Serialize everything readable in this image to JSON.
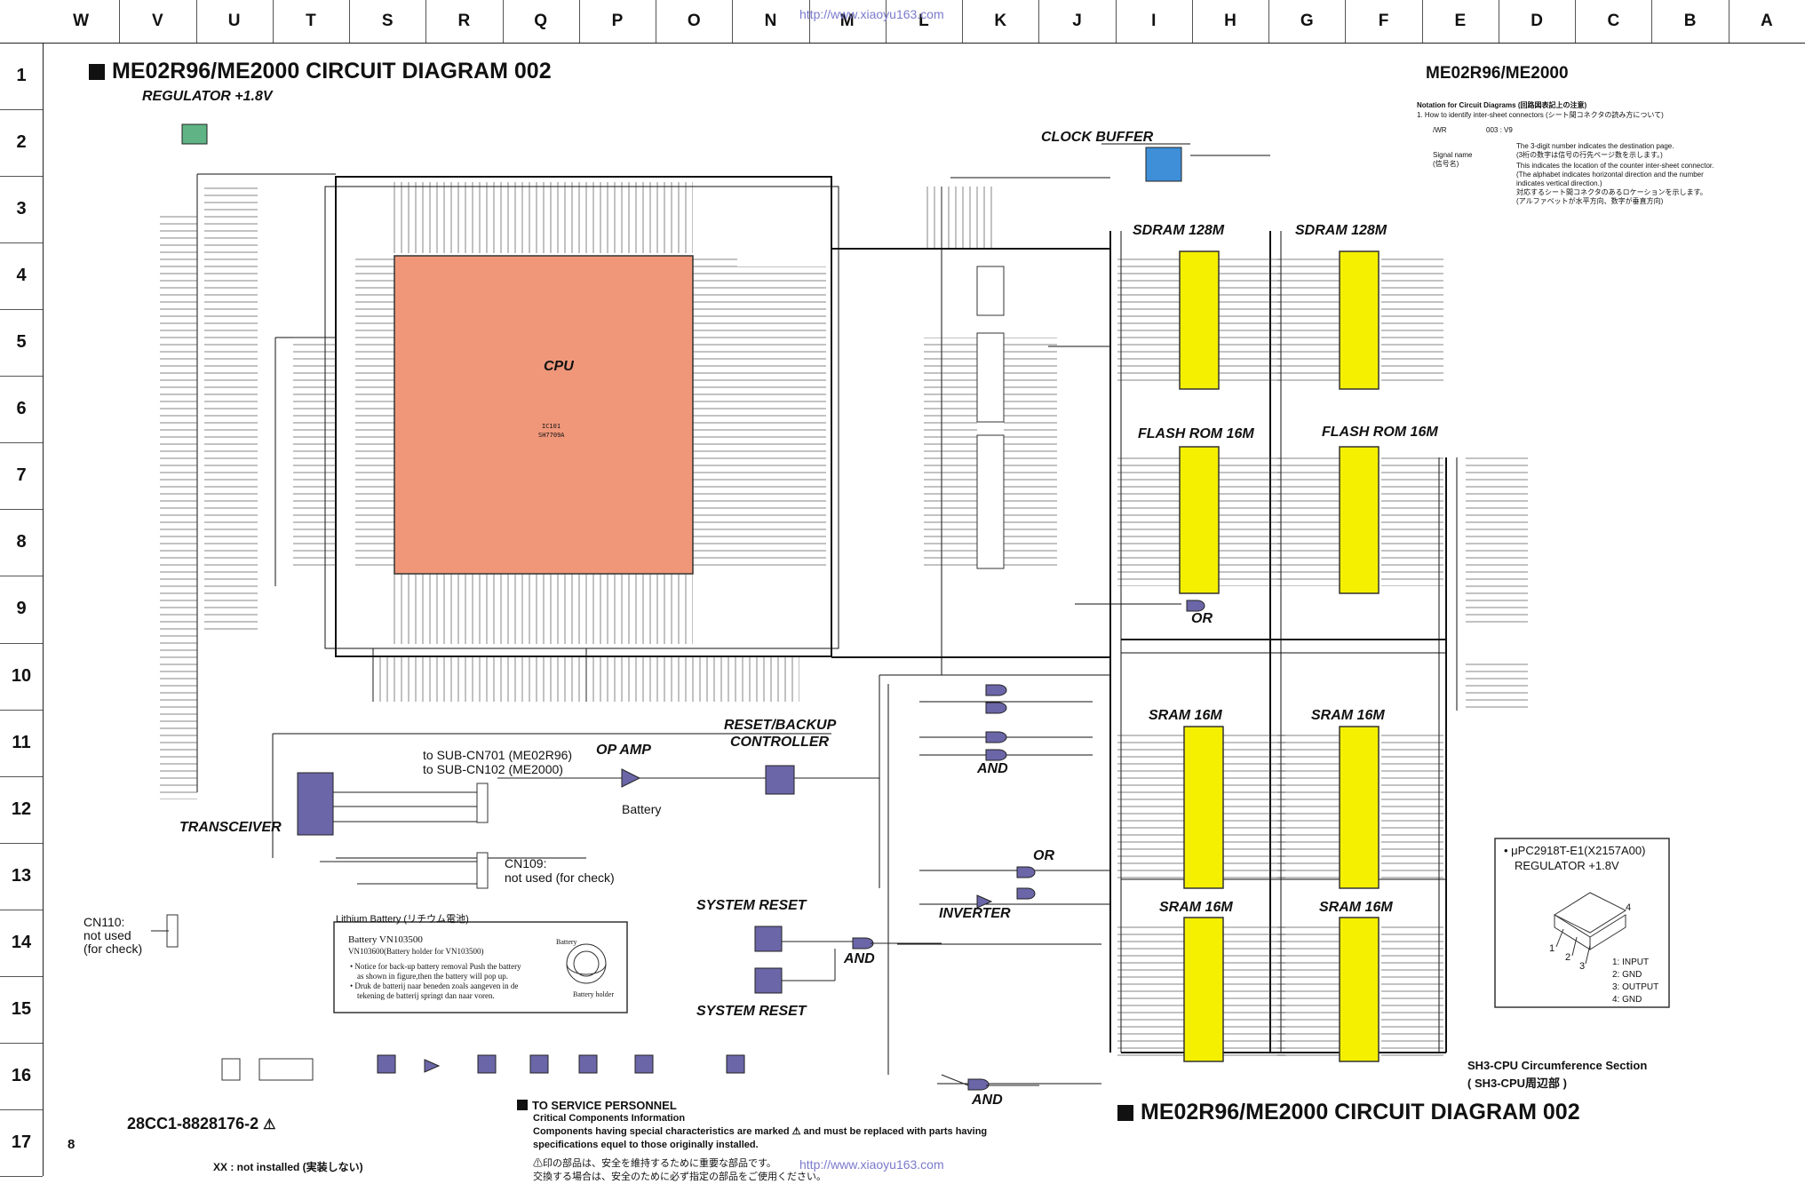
{
  "watermark_url": "http://www.xiaoyu163.com",
  "columns": [
    "W",
    "V",
    "U",
    "T",
    "S",
    "R",
    "Q",
    "P",
    "O",
    "N",
    "M",
    "L",
    "K",
    "J",
    "I",
    "H",
    "G",
    "F",
    "E",
    "D",
    "C",
    "B",
    "A"
  ],
  "rows": [
    "1",
    "2",
    "3",
    "4",
    "5",
    "6",
    "7",
    "8",
    "9",
    "10",
    "11",
    "12",
    "13",
    "14",
    "15",
    "16",
    "17"
  ],
  "header": {
    "title": "ME02R96/ME2000 CIRCUIT DIAGRAM 002",
    "model": "ME02R96/ME2000"
  },
  "labels": {
    "regulator": "REGULATOR +1.8V",
    "clock_buffer": "CLOCK BUFFER",
    "cpu": "CPU",
    "cpu_ref": "IC101",
    "cpu_part": "SH7709A",
    "sdram_a": "SDRAM 128M",
    "sdram_b": "SDRAM 128M",
    "flash_a": "FLASH ROM 16M",
    "flash_b": "FLASH ROM 16M",
    "sram_a": "SRAM 16M",
    "sram_b": "SRAM 16M",
    "sram_c": "SRAM 16M",
    "sram_d": "SRAM 16M",
    "or_1": "OR",
    "or_2": "OR",
    "and_1": "AND",
    "and_2": "AND",
    "and_3": "AND",
    "inverter": "INVERTER",
    "op_amp": "OP AMP",
    "reset_backup": "RESET/BACKUP",
    "controller": "CONTROLLER",
    "battery": "Battery",
    "transceiver": "TRANSCEIVER",
    "system_reset_1": "SYSTEM RESET",
    "system_reset_2": "SYSTEM RESET",
    "sub_cn701": "to SUB-CN701 (ME02R96)",
    "sub_cn102": "to SUB-CN102 (ME2000)",
    "cn109": "CN109:",
    "cn109_note": "not used (for check)",
    "cn110": "CN110:",
    "cn110_note1": "not used",
    "cn110_note2": "(for check)",
    "sh3_section": "SH3-CPU Circumference Section",
    "sh3_section_jp": "( SH3-CPU周辺部 )",
    "doc_number": "28CC1-8828176-2",
    "page_number": "8",
    "xx_note": "XX :   not installed (実装しない)"
  },
  "notation": {
    "title": "Notation for Circuit Diagrams",
    "title_jp": "(回路図表記上の注意)",
    "item1": "1. How to identify inter-sheet connectors",
    "item1_jp": "(シート間コネクタの読み方について)",
    "signal_name": "Signal name",
    "signal_name_jp": "(信号名)",
    "signal_example": "/WR",
    "connector_example": "003 : V9",
    "desc1": "The 3-digit number indicates the destination page.",
    "desc1_jp": "(3桁の数字は信号の行先ページ数を示します。)",
    "desc2": "This indicates the location of the counter inter-sheet connector.",
    "desc3": "(The alphabet indicates horizontal direction and the number",
    "desc4": "indicates vertical direction.)",
    "desc5": "対応するシート間コネクタのあるロケーションを示します。",
    "desc6": "(アルファベットが水平方向、数字が垂直方向)"
  },
  "battery_box": {
    "title": "Lithium Battery (リチウム電池)",
    "model": "Battery VN103500",
    "holder": "VN103600(Battery holder for VN103500)",
    "note_en1": "Notice for back-up battery removal Push the battery",
    "note_en2": "as shown in figure,then the battery will pop up.",
    "note_nl1": "Druk de batterij naar beneden zoals aangeven in de",
    "note_nl2": "tekening de batterij springt dan naar voren.",
    "fig_battery": "Battery",
    "fig_holder": "Battery holder"
  },
  "regulator_box": {
    "part": "μPC2918T-E1(X2157A00)",
    "name": "REGULATOR +1.8V",
    "pin1": "1: INPUT",
    "pin2": "2: GND",
    "pin3": "3: OUTPUT",
    "pin4": "4: GND",
    "n1": "1",
    "n2": "2",
    "n3": "3",
    "n4": "4"
  },
  "service": {
    "heading": "TO SERVICE PERSONNEL",
    "line1": "Critical Components Information",
    "line2": "Components having special characteristics are marked",
    "line2b": "and must be replaced with parts having",
    "line3": "specifications equel to those originally installed.",
    "jp1": "印の部品は、安全を維持するために重要な部品です。",
    "jp2": "交換する場合は、安全のために必ず指定の部品をご使用ください。"
  },
  "colors": {
    "cpu_fill": "#f0977a",
    "memory_fill": "#f4f000",
    "logic_fill": "#6b66a8",
    "clock_fill": "#3f8fd8",
    "regulator_fill": "#5fb384",
    "watermark": "#7a7acc"
  }
}
